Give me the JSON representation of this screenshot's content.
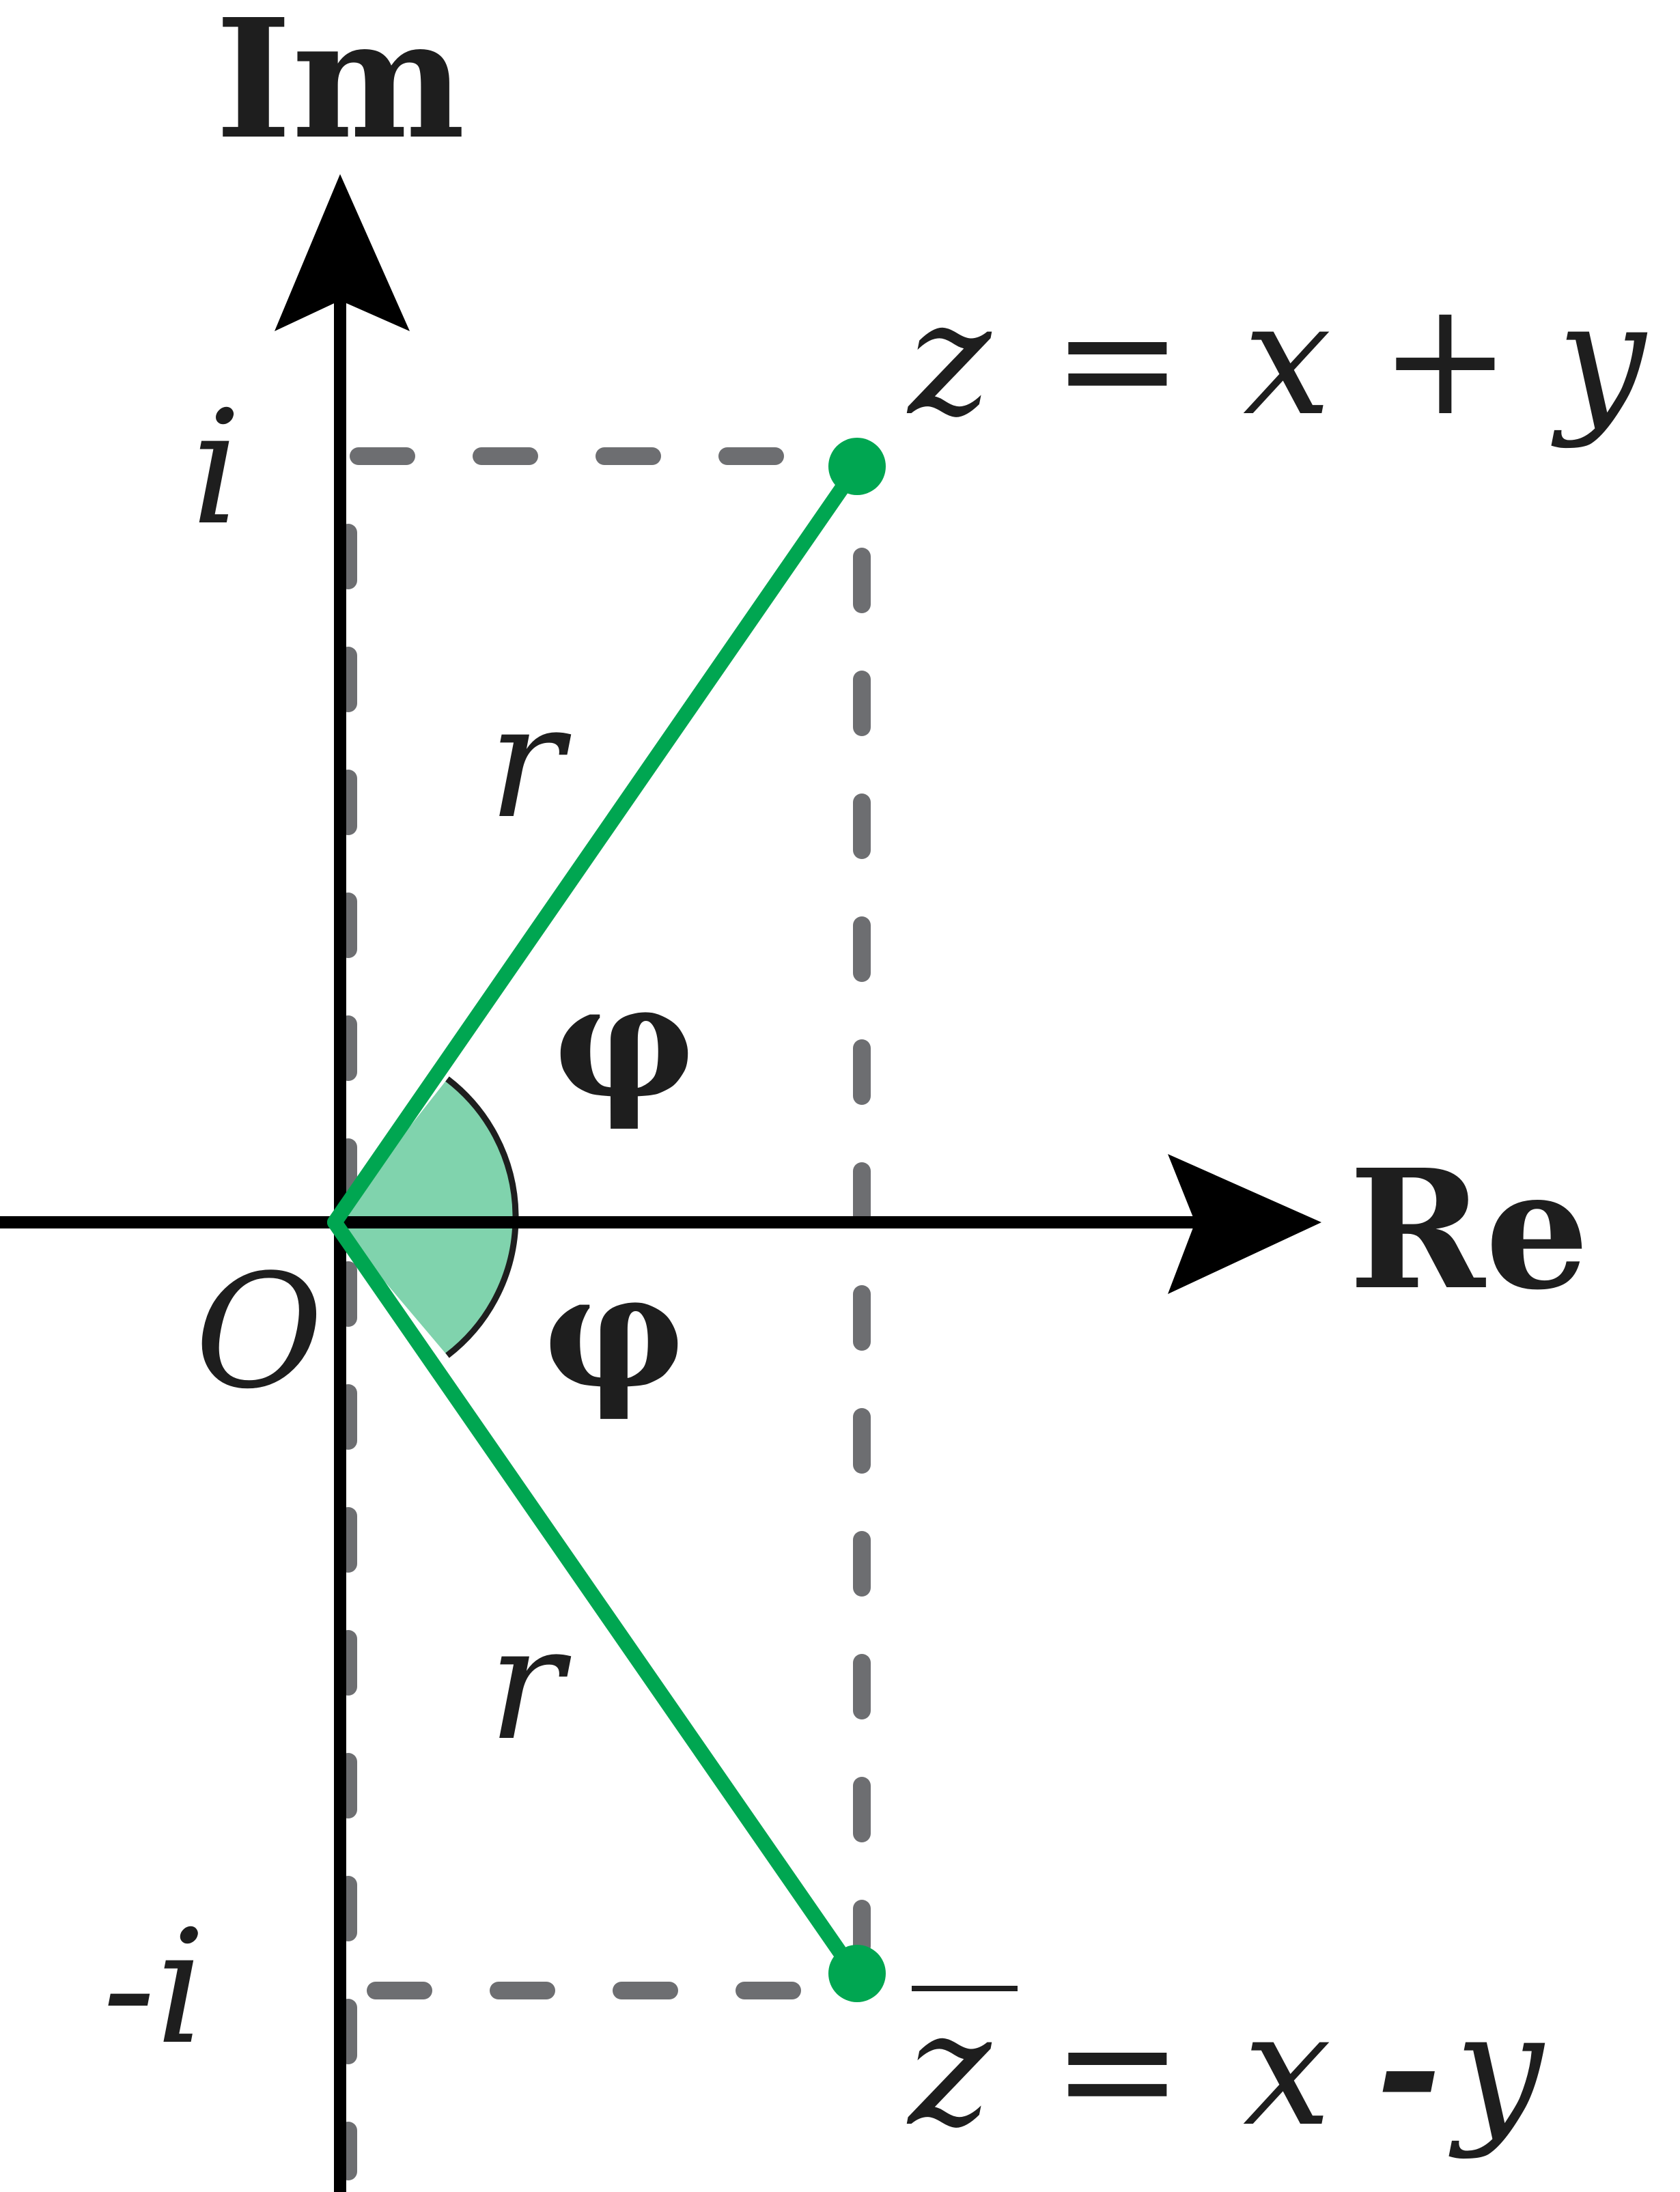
{
  "axes": {
    "real_label": "Re",
    "imag_label": "Im",
    "origin_label": "O"
  },
  "ticks": {
    "pos_imag": "i",
    "neg_imag": "-i"
  },
  "labels": {
    "modulus_upper": "r",
    "modulus_lower": "r",
    "angle_upper": "φ",
    "angle_lower": "φ",
    "z_left": "z",
    "z_equals": "=",
    "z_x": "x",
    "z_plus": "+",
    "z_y": "y",
    "zbar_left": "z",
    "zbar_equals": "=",
    "zbar_x": "x",
    "zbar_minus": "-",
    "zbar_y": "y"
  },
  "colors": {
    "vector": "#00a651",
    "angle_fill": "#80d3ad",
    "guide": "#6d6e71",
    "axis": "#000000"
  }
}
